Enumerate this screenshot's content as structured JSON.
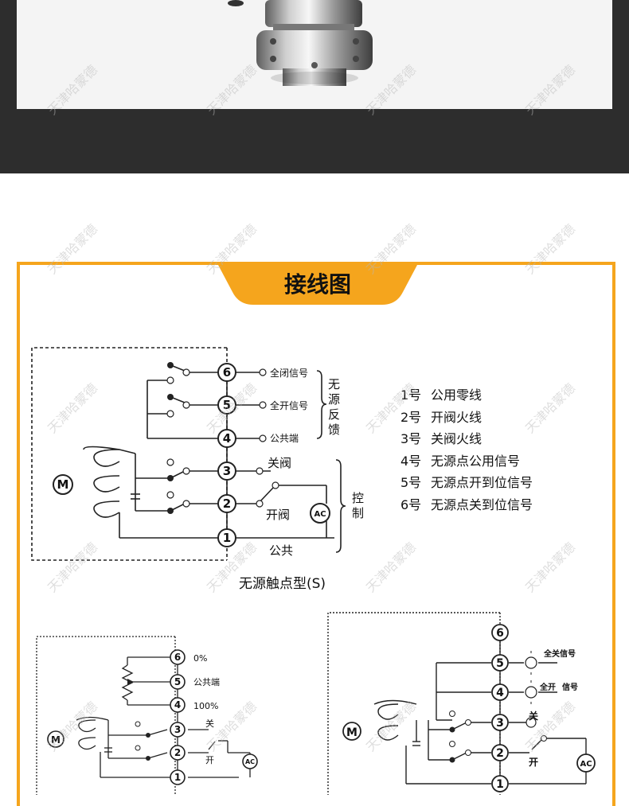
{
  "title": "接线图",
  "watermark": "天津哈蒙德",
  "legend": [
    {
      "num": "1号",
      "text": "公用零线"
    },
    {
      "num": "2号",
      "text": "开阀火线"
    },
    {
      "num": "3号",
      "text": "关阀火线"
    },
    {
      "num": "4号",
      "text": "无源点公用信号"
    },
    {
      "num": "5号",
      "text": "无源点开到位信号"
    },
    {
      "num": "6号",
      "text": "无源点关到位信号"
    }
  ],
  "diagram_s": {
    "caption": "无源触点型(S)",
    "motor": "M",
    "terminals": [
      "1",
      "2",
      "3",
      "4",
      "5",
      "6"
    ],
    "signal_close": "全闭信号",
    "signal_open": "全开信号",
    "signal_common": "公共端",
    "feedback_label": "无源反馈",
    "close_valve": "关阀",
    "open_valve": "开阀",
    "common": "公共",
    "control_label": "控制",
    "ac": "AC"
  },
  "diagram_pot": {
    "motor": "M",
    "terminals": [
      "1",
      "2",
      "3",
      "4",
      "5",
      "6"
    ],
    "label_6": "0%",
    "label_5": "公共端",
    "label_4": "100%",
    "close": "关",
    "open": "开",
    "ac": "AC"
  },
  "diagram_lamp": {
    "motor": "M",
    "terminals": [
      "1",
      "2",
      "3",
      "4",
      "5",
      "6"
    ],
    "signal_close_all": "全关信号",
    "signal_open_all": "全开",
    "signal_open_all_2": "信号",
    "close": "关",
    "open": "开",
    "ac": "AC"
  }
}
